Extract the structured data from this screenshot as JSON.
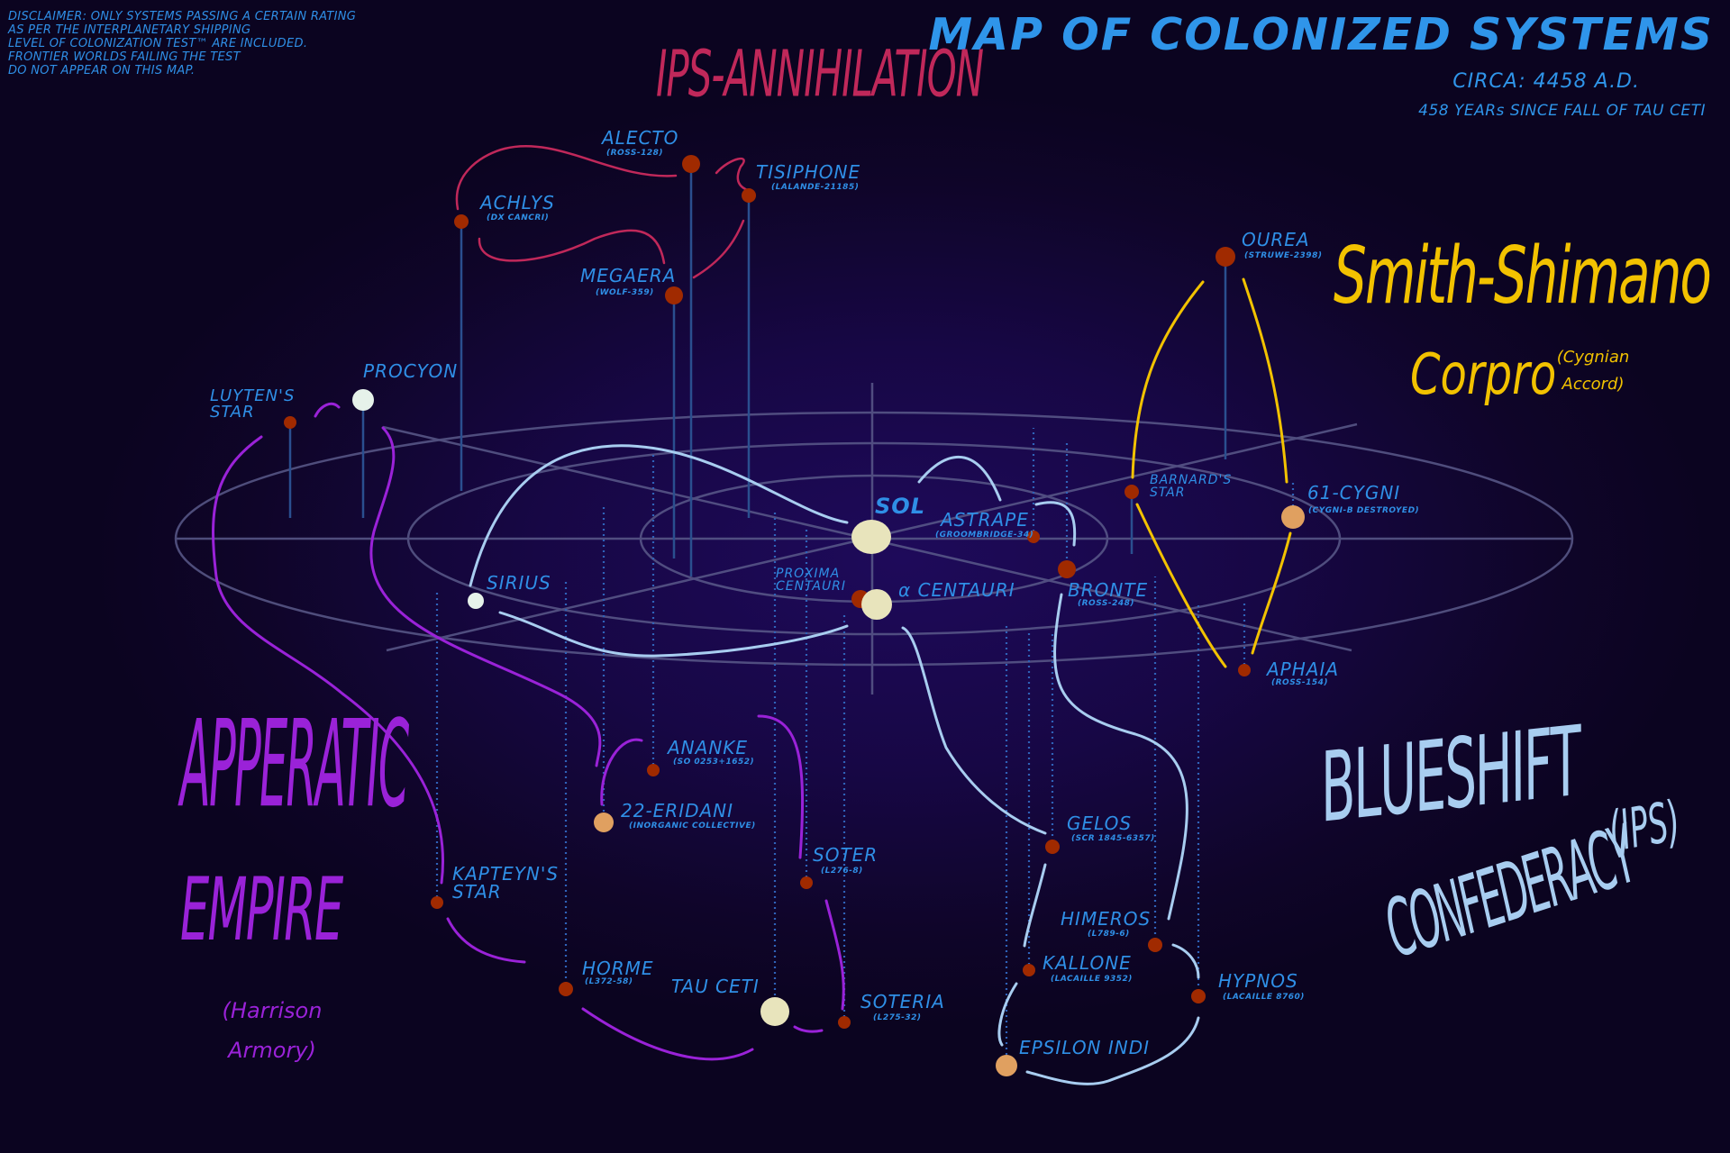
{
  "header": {
    "disclaimer": "DISCLAIMER: ONLY SYSTEMS PASSING A CERTAIN RATING\nAS PER THE INTERPLANETARY SHIPPING\nLEVEL OF COLONIZATION TEST™ ARE INCLUDED.\nFRONTIER WORLDS FAILING THE TEST\nDO NOT APPEAR ON THIS MAP.",
    "title": "MAP OF COLONIZED SYSTEMS",
    "circa": "CIRCA: 4458 A.D.",
    "since": "458 YEARs SINCE FALL OF TAU CETI"
  },
  "factions": [
    {
      "name": "IPS-ANNIHILATION",
      "color": "#c0285a"
    },
    {
      "name": "APPERATIC",
      "name2": "EMPIRE",
      "note": "(Harrison Armory)",
      "color": "#9a22d8"
    },
    {
      "name": "Smith-Shimano",
      "name2": "Corpro",
      "note": "(Cygnian Accord)",
      "color": "#f2c200"
    },
    {
      "name": "BLUESHIFT",
      "name2": "CONFEDERACY",
      "note": "(IPS)",
      "color": "#a8cdf0"
    }
  ],
  "colors": {
    "label": "#2f8fe6",
    "red_star": "#a02a00",
    "cream_star": "#e8e4bc",
    "tan_star": "#e0a060",
    "white_star": "#e6f2ea",
    "plane": "#5a5a8a",
    "stem": "#2a4f8f"
  },
  "systems": [
    {
      "name": "ALECTO",
      "designation": "(ROSS-128)",
      "star": "red"
    },
    {
      "name": "TISIPHONE",
      "designation": "(LALANDE-21185)",
      "star": "red"
    },
    {
      "name": "ACHLYS",
      "designation": "(DX CANCRI)",
      "star": "red"
    },
    {
      "name": "MEGAERA",
      "designation": "(WOLF-359)",
      "star": "red"
    },
    {
      "name": "OUREA",
      "designation": "(STRUWE-2398)",
      "star": "red"
    },
    {
      "name": "PROCYON",
      "designation": "",
      "star": "white"
    },
    {
      "name": "LUYTEN'S\nSTAR",
      "designation": "",
      "star": "red"
    },
    {
      "name": "BARNARD'S\nSTAR",
      "designation": "",
      "star": "red"
    },
    {
      "name": "61-CYGNI",
      "designation": "(CYGNI-B DESTROYED)",
      "star": "tan"
    },
    {
      "name": "SOL",
      "designation": "",
      "star": "cream"
    },
    {
      "name": "ASTRAPE",
      "designation": "(GROOMBRIDGE-34)",
      "star": "red"
    },
    {
      "name": "PROXIMA\nCENTAURI",
      "designation": "",
      "star": "red"
    },
    {
      "name": "α CENTAURI",
      "designation": "",
      "star": "cream"
    },
    {
      "name": "BRONTE",
      "designation": "(ROSS-248)",
      "star": "red"
    },
    {
      "name": "SIRIUS",
      "designation": "",
      "star": "white"
    },
    {
      "name": "APHAIA",
      "designation": "(ROSS-154)",
      "star": "red"
    },
    {
      "name": "ANANKE",
      "designation": "(SO 0253+1652)",
      "star": "red"
    },
    {
      "name": "22-ERIDANI",
      "designation": "(INORGANIC COLLECTIVE)",
      "star": "tan"
    },
    {
      "name": "SOTER",
      "designation": "(L276-8)",
      "star": "red"
    },
    {
      "name": "GELOS",
      "designation": "(SCR 1845-6357)",
      "star": "red"
    },
    {
      "name": "KAPTEYN'S\nSTAR",
      "designation": "",
      "star": "red"
    },
    {
      "name": "HIMEROS",
      "designation": "(L789-6)",
      "star": "red"
    },
    {
      "name": "KALLONE",
      "designation": "(LACAILLE 9352)",
      "star": "red"
    },
    {
      "name": "HORME",
      "designation": "(L372-58)",
      "star": "red"
    },
    {
      "name": "TAU CETI",
      "designation": "",
      "star": "cream"
    },
    {
      "name": "SOTERIA",
      "designation": "(L275-32)",
      "star": "red"
    },
    {
      "name": "HYPNOS",
      "designation": "(LACAILLE 8760)",
      "star": "red"
    },
    {
      "name": "EPSILON INDI",
      "designation": "",
      "star": "tan"
    }
  ]
}
